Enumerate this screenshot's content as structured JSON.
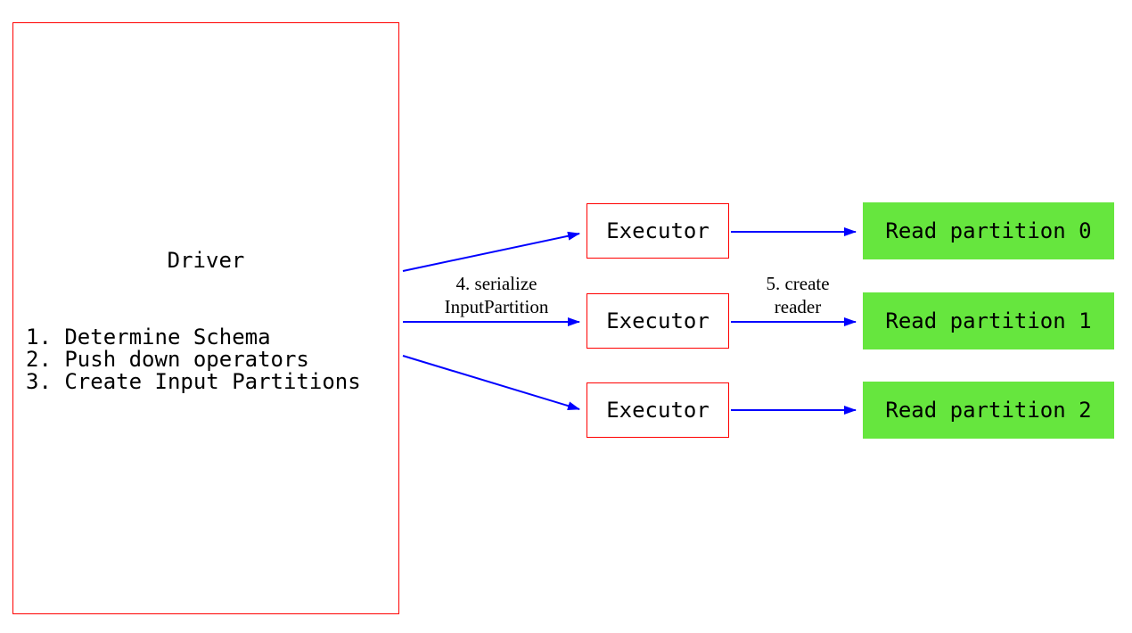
{
  "driver": {
    "title": "Driver",
    "steps": [
      "1. Determine Schema",
      "2. Push down operators",
      "3. Create Input Partitions"
    ]
  },
  "executors": [
    {
      "label": "Executor"
    },
    {
      "label": "Executor"
    },
    {
      "label": "Executor"
    }
  ],
  "partitions": [
    {
      "label": "Read partition 0"
    },
    {
      "label": "Read partition 1"
    },
    {
      "label": "Read partition 2"
    }
  ],
  "edge_labels": {
    "serialize": {
      "line1": "4. serialize",
      "line2": "InputPartition"
    },
    "create_reader": {
      "line1": "5. create",
      "line2": "reader"
    }
  },
  "colors": {
    "box_border": "#ff0000",
    "partition_fill": "#66e63e",
    "arrow": "#0000ff",
    "text": "#000000"
  }
}
